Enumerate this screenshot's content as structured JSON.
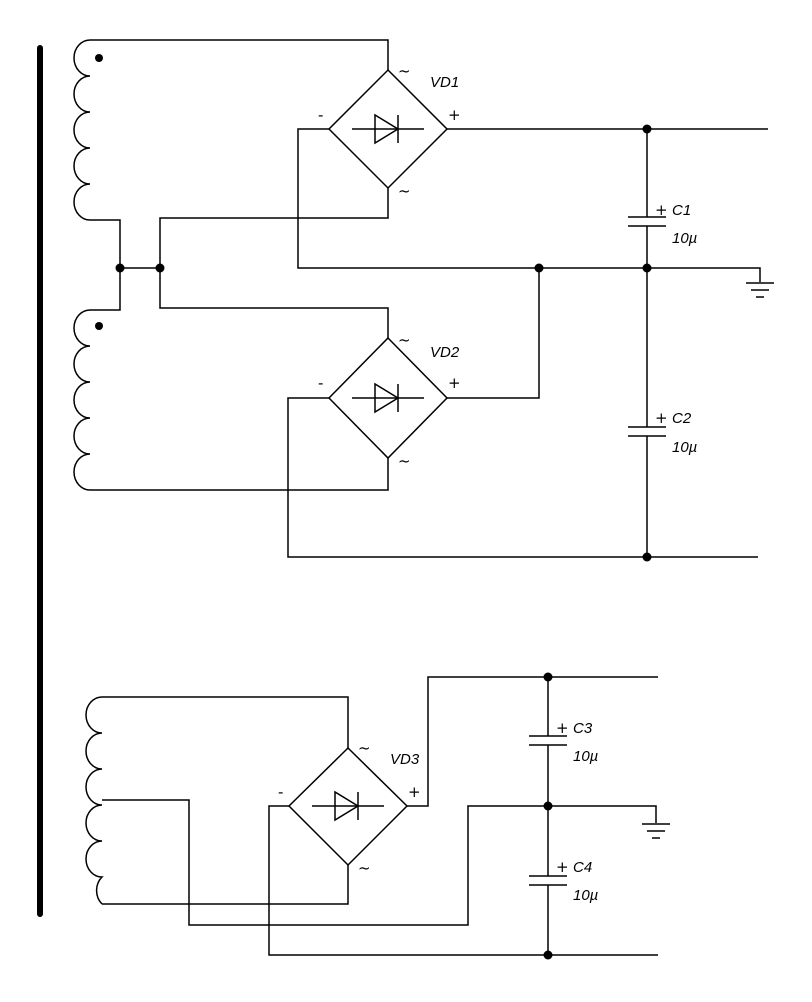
{
  "bridges": {
    "vd1": {
      "name": "VD1",
      "ac": "~",
      "plus": "+",
      "minus": "-"
    },
    "vd2": {
      "name": "VD2",
      "ac": "~",
      "plus": "+",
      "minus": "-"
    },
    "vd3": {
      "name": "VD3",
      "ac": "~",
      "plus": "+",
      "minus": "-"
    }
  },
  "capacitors": {
    "c1": {
      "name": "C1",
      "value": "10µ",
      "polarity": "+"
    },
    "c2": {
      "name": "C2",
      "value": "10µ",
      "polarity": "+"
    },
    "c3": {
      "name": "C3",
      "value": "10µ",
      "polarity": "+"
    },
    "c4": {
      "name": "C4",
      "value": "10µ",
      "polarity": "+"
    }
  }
}
